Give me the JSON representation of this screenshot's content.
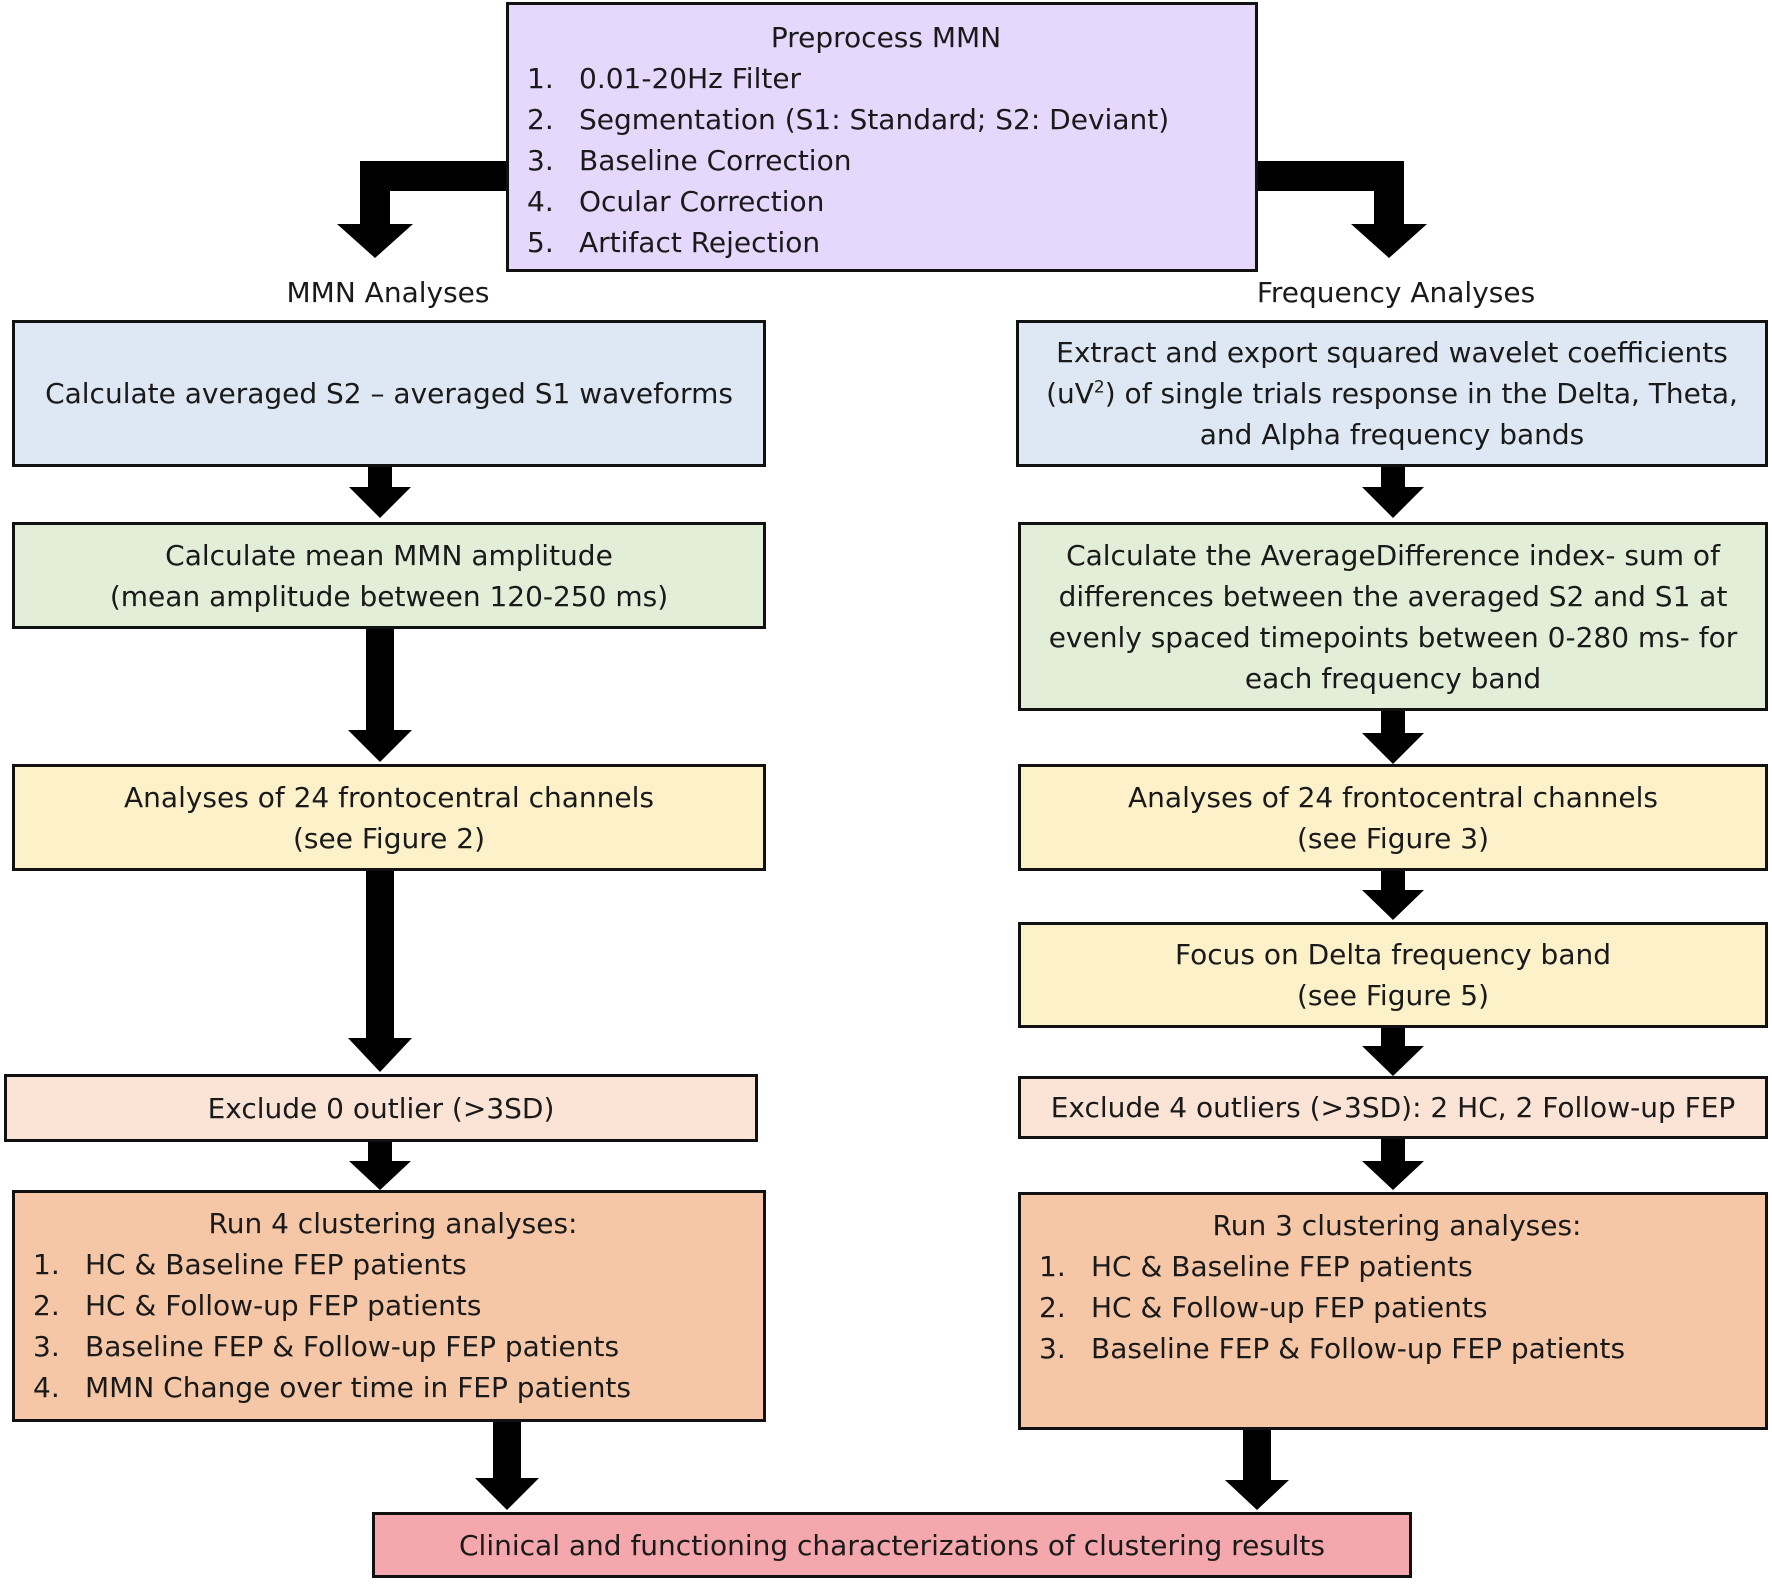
{
  "preprocess": {
    "title": "Preprocess MMN",
    "steps": [
      {
        "num": "1.",
        "text": "0.01-20Hz Filter"
      },
      {
        "num": "2.",
        "text": "Segmentation (S1: Standard; S2: Deviant)"
      },
      {
        "num": "3.",
        "text": "Baseline Correction"
      },
      {
        "num": "4.",
        "text": "Ocular Correction"
      },
      {
        "num": "5.",
        "text": "Artifact Rejection"
      }
    ]
  },
  "left": {
    "heading": "MMN Analyses",
    "box1": "Calculate averaged S2 – averaged S1 waveforms",
    "box2_line1": "Calculate mean MMN amplitude",
    "box2_line2": "(mean amplitude between 120-250 ms)",
    "box3_line1": "Analyses of 24 frontocentral channels",
    "box3_line2": "(see Figure 2)",
    "box4": "Exclude 0 outlier (>3SD)",
    "box5_title": "Run 4 clustering analyses:",
    "box5_items": [
      {
        "num": "1.",
        "text": "HC & Baseline FEP patients"
      },
      {
        "num": "2.",
        "text": "HC & Follow-up FEP patients"
      },
      {
        "num": "3.",
        "text": "Baseline FEP & Follow-up FEP patients"
      },
      {
        "num": "4.",
        "text": "MMN Change over time in FEP patients"
      }
    ]
  },
  "right": {
    "heading": "Frequency Analyses",
    "box1_line1": "Extract and export squared wavelet coefficients",
    "box1_line2_pre": "(uV",
    "box1_line2_sup": "2",
    "box1_line2_post": ") of single trials response in the Delta, Theta,",
    "box1_line3": "and Alpha frequency bands",
    "box2_lines": [
      "Calculate the AverageDifference index- sum of",
      "differences between the averaged S2 and S1 at",
      "evenly spaced timepoints between 0-280 ms- for",
      "each frequency band"
    ],
    "box3_line1": "Analyses of 24 frontocentral channels",
    "box3_line2": "(see Figure 3)",
    "box4_line1": "Focus on Delta frequency band",
    "box4_line2": "(see Figure 5)",
    "box5": "Exclude 4 outliers (>3SD):  2 HC, 2 Follow-up FEP",
    "box6_title": "Run 3 clustering analyses:",
    "box6_items": [
      {
        "num": "1.",
        "text": "HC & Baseline FEP patients"
      },
      {
        "num": "2.",
        "text": "HC & Follow-up FEP patients"
      },
      {
        "num": "3.",
        "text": "Baseline FEP & Follow-up FEP patients"
      }
    ]
  },
  "final": "Clinical and functioning characterizations of clustering results",
  "colors": {
    "purple": "#e6d7fc",
    "blue": "#dde8f4",
    "green": "#e3eed9",
    "yellow": "#fdf1c9",
    "peach": "#fbe4d6",
    "orange": "#f5c7a6",
    "pink": "#f4a7ad"
  }
}
